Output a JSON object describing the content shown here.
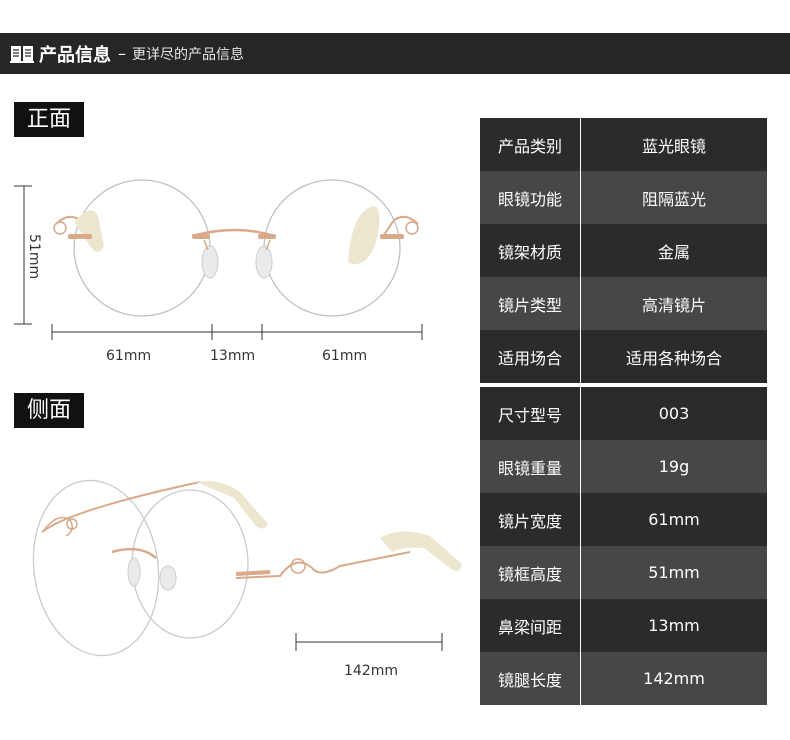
{
  "header": {
    "title": "产品信息",
    "dash": "–",
    "subtitle": "更详尽的产品信息"
  },
  "front": {
    "label": "正面",
    "height_dim": "51mm",
    "lens_left_dim": "61mm",
    "bridge_dim": "13mm",
    "lens_right_dim": "61mm"
  },
  "side": {
    "label": "侧面",
    "temple_dim": "142mm"
  },
  "spec_table_1": [
    {
      "key": "产品类别",
      "value": "蓝光眼镜"
    },
    {
      "key": "眼镜功能",
      "value": "阻隔蓝光"
    },
    {
      "key": "镜架材质",
      "value": "金属"
    },
    {
      "key": "镜片类型",
      "value": "高清镜片"
    },
    {
      "key": "适用场合",
      "value": "适用各种场合"
    }
  ],
  "spec_table_2": [
    {
      "key": "尺寸型号",
      "value": "003"
    },
    {
      "key": "眼镜重量",
      "value": "19g"
    },
    {
      "key": "镜片宽度",
      "value": "61mm"
    },
    {
      "key": "镜框高度",
      "value": "51mm"
    },
    {
      "key": "鼻梁间距",
      "value": "13mm"
    },
    {
      "key": "镜腿长度",
      "value": "142mm"
    }
  ],
  "colors": {
    "header_bg": "#262626",
    "frame_gold": "#d9a98a",
    "temple_tip": "#ece6cf",
    "table_dark": "#2b2b2b",
    "table_light": "#474747"
  }
}
